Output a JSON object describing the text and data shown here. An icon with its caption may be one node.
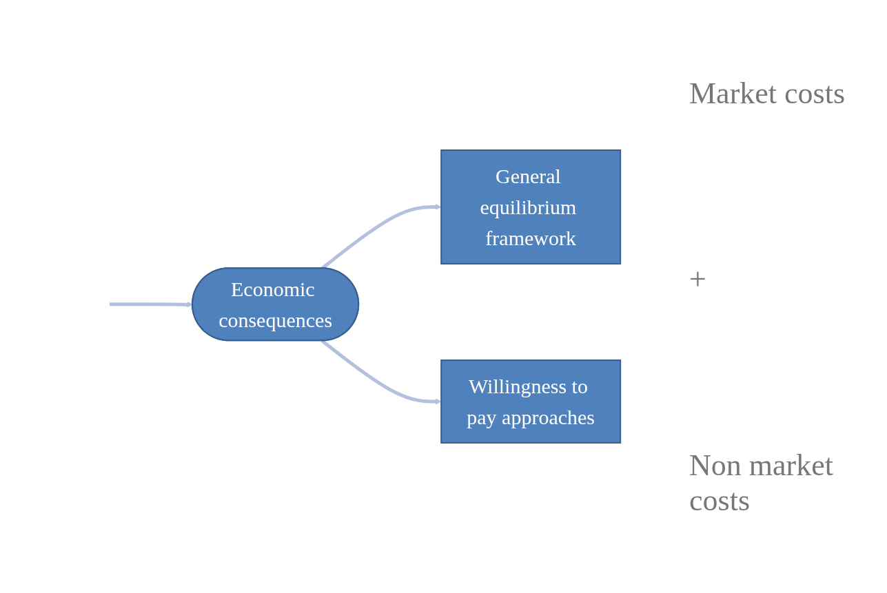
{
  "diagram": {
    "nodes": [
      {
        "text": [
          "Economic consequences"
        ]
      },
      {
        "text": [
          "General equilibrium framework"
        ]
      },
      {
        "text": [
          "Willingness to pay approaches"
        ]
      }
    ],
    "edges": [
      {
        "from": null,
        "to": 0,
        "arrow": "to"
      },
      {
        "from": 0,
        "to": 1,
        "arrow": "to"
      },
      {
        "from": 0,
        "to": 2,
        "arrow": "to"
      }
    ],
    "labels": [
      "Market costs",
      "+",
      "Non market costs"
    ]
  }
}
